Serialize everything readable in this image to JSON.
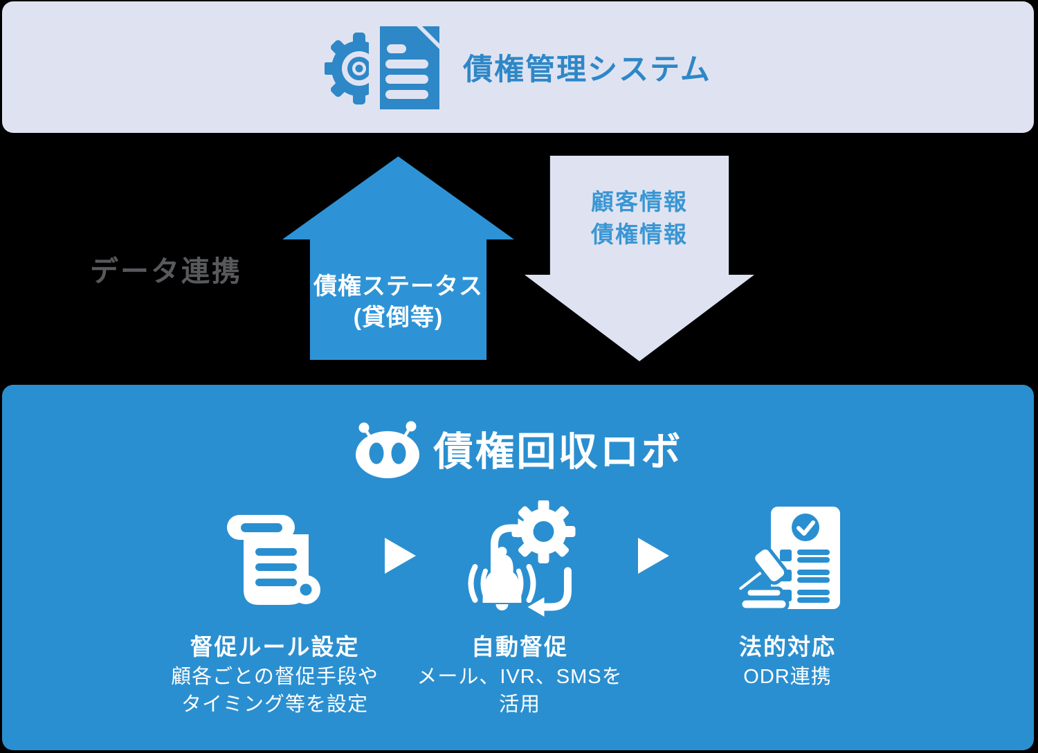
{
  "colors": {
    "background": "#000000",
    "lavender": "#dfe3f1",
    "panel_blue": "#2a8fd0",
    "arrow_blue": "#2e93d6",
    "blue_text": "#2e87c7",
    "down_arrow_text": "#3a96d3",
    "gray_text": "#58595c",
    "white": "#ffffff"
  },
  "top_system": {
    "title": "債権管理システム",
    "icon": "gear-document-icon"
  },
  "data_link": {
    "label": "データ連携"
  },
  "up_arrow": {
    "direction": "up",
    "line1": "債権ステータス",
    "line2": "(貸倒等)"
  },
  "down_arrow": {
    "direction": "down",
    "line1": "顧客情報",
    "line2": "債権情報"
  },
  "robot": {
    "title": "債権回収ロボ",
    "icon": "robot-icon"
  },
  "steps": [
    {
      "icon": "scroll-icon",
      "title": "督促ルール設定",
      "desc_lines": [
        "顧各ごとの督促手段や",
        "タイミング等を設定"
      ]
    },
    {
      "icon": "bell-gear-cycle-icon",
      "title": "自動督促",
      "desc_lines": [
        "メール、IVR、SMSを",
        "活用"
      ]
    },
    {
      "icon": "gavel-checklist-icon",
      "title": "法的対応",
      "desc_lines": [
        "ODR連携"
      ]
    }
  ]
}
